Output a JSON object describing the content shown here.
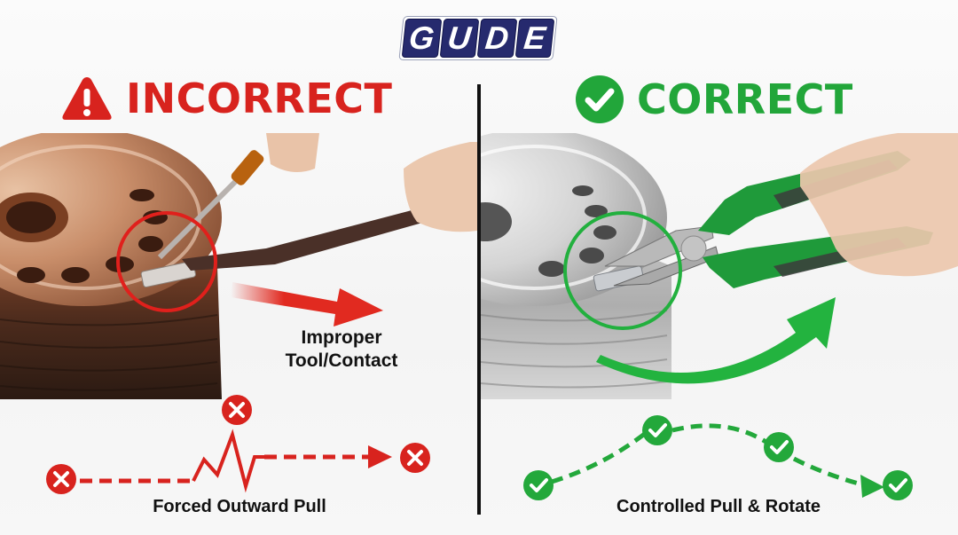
{
  "brand": {
    "logo_letters": [
      "G",
      "U",
      "D",
      "E"
    ],
    "logo_bg": "#262a6e"
  },
  "incorrect": {
    "heading": "INCORRECT",
    "icon": "warning-triangle-icon",
    "color": "#d8231e",
    "annotation": "Improper Tool/Contact",
    "annotation_line1": "Improper",
    "annotation_line2": "Tool/Contact",
    "caption": "Forced Outward Pull",
    "path_markers": [
      "x-mark",
      "x-mark",
      "x-mark"
    ],
    "tools": [
      "screwdriver",
      "pry-bar"
    ],
    "wheel_tint": "copper"
  },
  "correct": {
    "heading": "CORRECT",
    "icon": "check-circle-icon",
    "color": "#22a63a",
    "caption": "Controlled Pull & Rotate",
    "path_markers": [
      "check-mark",
      "check-mark",
      "check-mark",
      "check-mark"
    ],
    "tools": [
      "pliers"
    ],
    "wheel_tint": "silver"
  }
}
